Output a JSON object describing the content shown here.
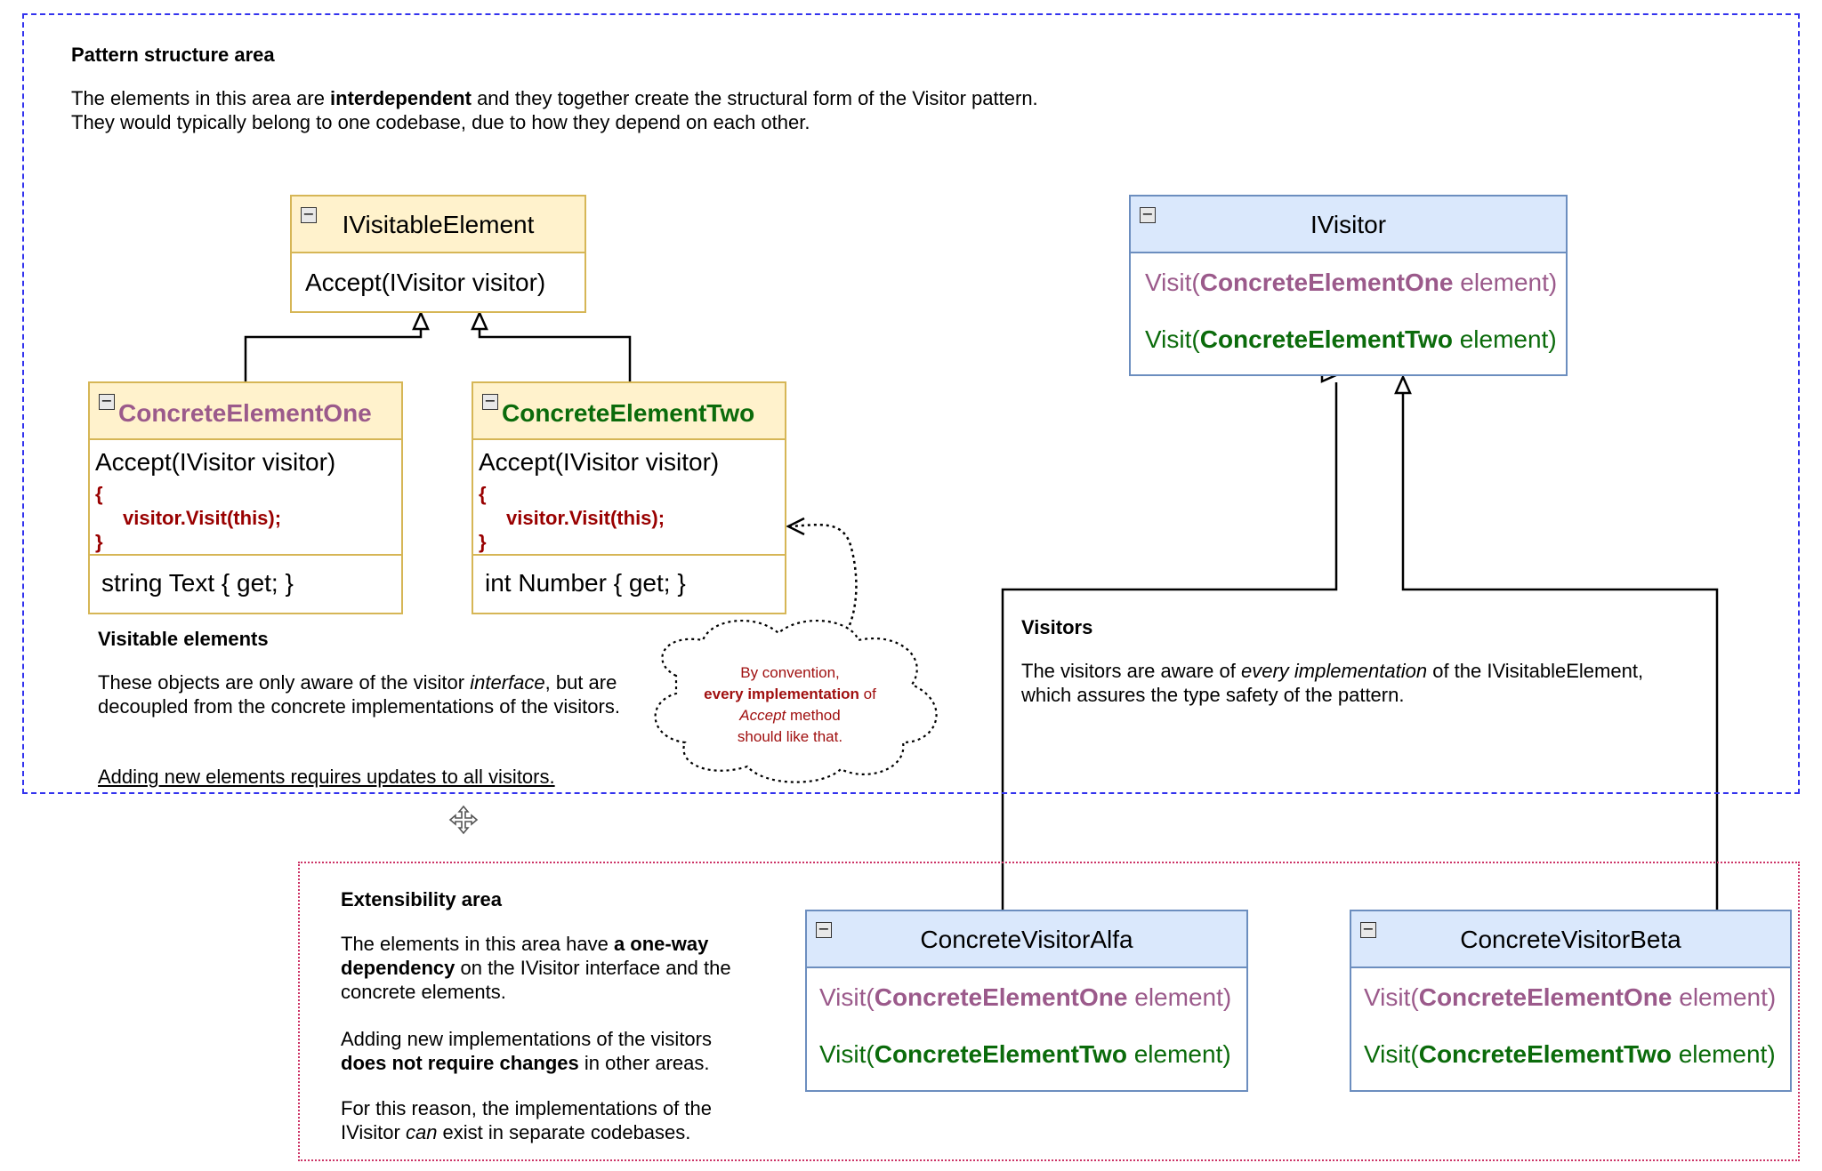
{
  "pattern_area": {
    "title": "Pattern structure area",
    "line1_pre": "The elements in this area are ",
    "line1_bold": "interdependent",
    "line1_post": " and they together create the structural form of the Visitor pattern.",
    "line2": "They would typically belong to one codebase, due to how they depend on each other."
  },
  "ivisitable": {
    "name": "IVisitableElement",
    "method": "Accept(IVisitor visitor)"
  },
  "element_one": {
    "name": "ConcreteElementOne",
    "method": "Accept(IVisitor visitor)",
    "brace_open": "{",
    "call": "visitor.Visit(this);",
    "brace_close": "}",
    "property": "string Text { get; }"
  },
  "element_two": {
    "name": "ConcreteElementTwo",
    "method": "Accept(IVisitor visitor)",
    "brace_open": "{",
    "call": "visitor.Visit(this);",
    "brace_close": "}",
    "property": "int Number { get; }"
  },
  "visitable_note": {
    "title": "Visitable elements",
    "p1_pre": "These objects are only aware of the visitor ",
    "p1_italic": "interface",
    "p1_post": ", but are decoupled from the concrete implementations of the visitors.",
    "p2": "Adding new elements requires updates to all visitors."
  },
  "cloud": {
    "line1": "By convention,",
    "line2_bold": "every implementation",
    "line2_post": " of",
    "line3_italic": "Accept",
    "line3_post": " method",
    "line4": "should like that."
  },
  "ivisitor": {
    "name": "IVisitor",
    "visit_prefix": "Visit(",
    "one_type": "ConcreteElementOne",
    "two_type": "ConcreteElementTwo",
    "visit_suffix": " element)"
  },
  "visitors_note": {
    "title": "Visitors",
    "p1_pre": "The visitors are aware of ",
    "p1_italic": "every implementation",
    "p1_post": " of the IVisitableElement,",
    "p2": "which assures the type safety of the pattern."
  },
  "ext_area": {
    "title": "Extensibility area",
    "p1_pre": "The elements in this area have ",
    "p1_bold": "a one-way dependency",
    "p1_post": " on the IVisitor interface and the concrete elements.",
    "p2_pre": "Adding new implementations of the visitors ",
    "p2_bold": "does not require changes",
    "p2_post": " in other areas.",
    "p3_pre": "For this reason, the implementations of the IVisitor ",
    "p3_italic": "can",
    "p3_post": " exist in separate codebases."
  },
  "visitor_alfa": {
    "name": "ConcreteVisitorAlfa"
  },
  "visitor_beta": {
    "name": "ConcreteVisitorBeta"
  },
  "colors": {
    "element_one": "#9b5a8b",
    "element_two": "#0b6b0b",
    "code": "#990000",
    "pattern_border": "#3333ee",
    "ext_border": "#cc3366"
  },
  "icons": [
    "collapse-icon",
    "move-icon"
  ]
}
